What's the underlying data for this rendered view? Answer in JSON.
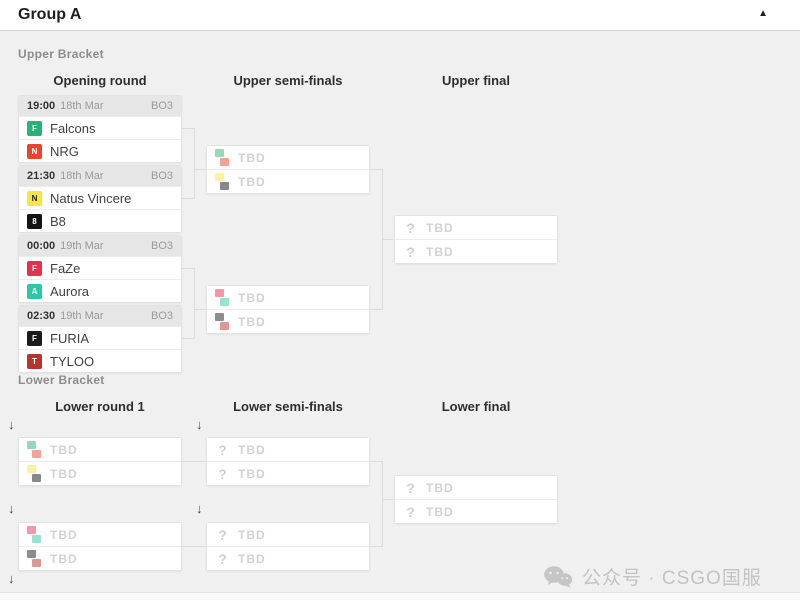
{
  "header": {
    "title": "Group A",
    "collapse_icon": "▲"
  },
  "teams": {
    "falcons": {
      "name": "Falcons",
      "initial": "F",
      "color": "#27b376",
      "text_color": "#ffffff"
    },
    "nrg": {
      "name": "NRG",
      "initial": "N",
      "color": "#e8452c",
      "text_color": "#ffffff"
    },
    "navi": {
      "name": "Natus Vincere",
      "initial": "N",
      "color": "#f5e642",
      "text_color": "#222222"
    },
    "b8": {
      "name": "B8",
      "initial": "8",
      "color": "#141414",
      "text_color": "#ffffff"
    },
    "faze": {
      "name": "FaZe",
      "initial": "F",
      "color": "#e4324c",
      "text_color": "#ffffff"
    },
    "aurora": {
      "name": "Aurora",
      "initial": "A",
      "color": "#2ec7a6",
      "text_color": "#ffffff"
    },
    "furia": {
      "name": "FURIA",
      "initial": "F",
      "color": "#1a1a1a",
      "text_color": "#ffffff"
    },
    "tyloo": {
      "name": "TYLOO",
      "initial": "T",
      "color": "#b5342c",
      "text_color": "#ffffff"
    }
  },
  "upper_bracket": {
    "label": "Upper Bracket",
    "columns": [
      "Opening round",
      "Upper semi-finals",
      "Upper final"
    ],
    "matches": [
      {
        "time": "19:00",
        "date": "18th Mar",
        "format": "BO3"
      },
      {
        "time": "21:30",
        "date": "18th Mar",
        "format": "BO3"
      },
      {
        "time": "00:00",
        "date": "19th Mar",
        "format": "BO3"
      },
      {
        "time": "02:30",
        "date": "19th Mar",
        "format": "BO3"
      }
    ]
  },
  "lower_bracket": {
    "label": "Lower Bracket",
    "columns": [
      "Lower round 1",
      "Lower semi-finals",
      "Lower final"
    ]
  },
  "placeholders": {
    "tbd": "TBD",
    "unknown": "?",
    "drop_arrow": "↓"
  },
  "watermark": {
    "text": "公众号 · CSGO国服"
  },
  "colors": {
    "background": "#f0f0f1",
    "card_border": "#e2e2e2",
    "connector": "#dcdcdc",
    "header_bg": "#e6e6e6"
  }
}
